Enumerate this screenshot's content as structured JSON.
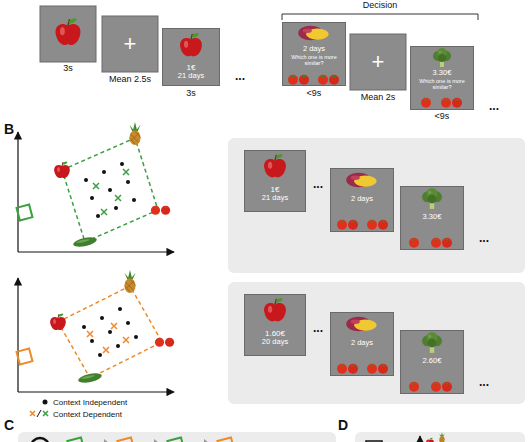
{
  "diagram": {
    "nodes": [
      {
        "text": [
          "1€",
          "21 days"
        ]
      },
      {
        "text": [
          "2 days",
          "Which one is more similar?"
        ]
      },
      {
        "text": [
          "3.30€",
          "Which one is more similar?"
        ]
      },
      {
        "text": [
          "1€",
          "21 days"
        ]
      },
      {
        "text": [
          "2 days"
        ]
      },
      {
        "text": [
          "3.30€"
        ]
      },
      {
        "text": [
          "1.60€",
          "20 days"
        ]
      },
      {
        "text": [
          "2 days"
        ]
      },
      {
        "text": [
          "2.60€"
        ]
      }
    ],
    "labels": [
      "3s",
      "+",
      "Mean 2.5s",
      "3s",
      "...",
      "Decision",
      "<9s",
      "+",
      "Mean 2s",
      "<9s",
      "...",
      "B",
      "...",
      "...",
      "...",
      "...",
      "C",
      "D"
    ],
    "legend": [
      {
        "text": "Context Independent"
      },
      {
        "text": "Context Dependent"
      }
    ]
  }
}
